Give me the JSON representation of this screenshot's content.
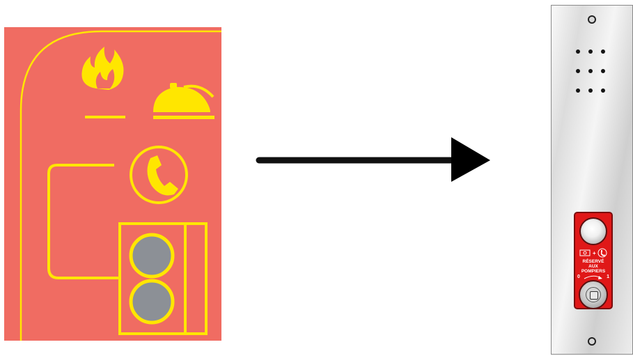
{
  "legacy_panel": {
    "icons": [
      "fire-icon",
      "alarm-bell-icon",
      "telephone-icon"
    ],
    "lamp_count": 2
  },
  "arrow": {
    "direction": "right"
  },
  "intercom_plate": {
    "speaker_holes": 9,
    "module": {
      "text_lines": [
        "RÉSERVÉ",
        "AUX",
        "POMPIERS"
      ],
      "switch_off_label": "0",
      "switch_on_label": "1",
      "icons": [
        "key-icon",
        "telephone-icon"
      ]
    }
  },
  "colors": {
    "panel_background": "#f06c62",
    "panel_yellow": "#ffe600",
    "lamp_gray": "#8c9096",
    "module_red": "#e01818"
  }
}
